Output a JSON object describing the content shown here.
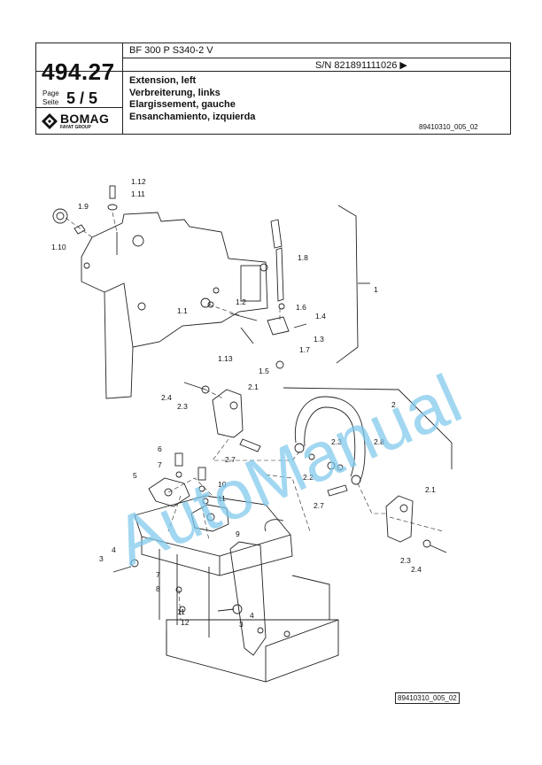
{
  "header": {
    "model": "BF 300 P S340-2 V",
    "serial": "S/N 821891111026  ▶",
    "page_number": "494.27",
    "page_label_en": "Page",
    "page_label_de": "Seite",
    "page_value": "5 / 5",
    "logo_text": "BOMAG",
    "logo_sub": "FAYAT GROUP",
    "titles": [
      "Extension, left",
      "Verbreiterung, links",
      "Elargissement, gauche",
      "Ensanchamiento, izquierda"
    ],
    "figure_code": "89410310_005_02"
  },
  "callouts": [
    "1.12",
    "1.11",
    "1.9",
    "1.10",
    "1.8",
    "1",
    "1.2",
    "1.1",
    "1.6",
    "1.4",
    "1.3",
    "1.13",
    "1.7",
    "1.5",
    "2.1",
    "2.4",
    "2.3",
    "2",
    "2.8",
    "2.3",
    "6",
    "2.7",
    "2.2",
    "7",
    "10",
    "5",
    "11",
    "2.7",
    "2.1",
    "9",
    "4",
    "3",
    "2.3",
    "2.4",
    "7",
    "8",
    "11",
    "12",
    "4",
    "3"
  ],
  "footer": {
    "figure_code": "89410310_005_02"
  },
  "watermark": {
    "text": "AutoManual",
    "color": "#7ec8ec"
  }
}
